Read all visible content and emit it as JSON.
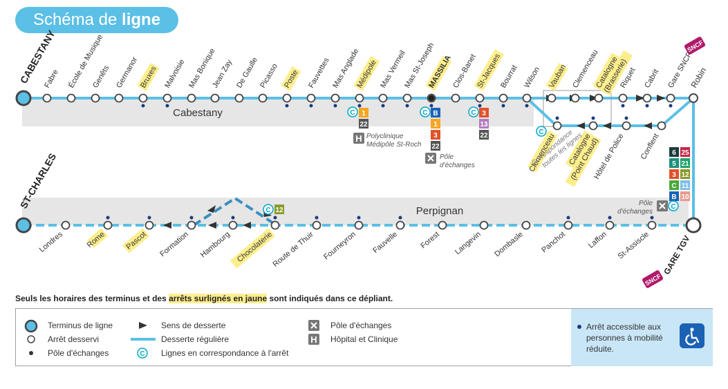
{
  "title": {
    "prefix": "Schéma de",
    "bold": "ligne"
  },
  "terminus": {
    "north_west": "CABESTANY",
    "south_west": "ST-CHARLES",
    "north_east": "Robin",
    "south_east": "GARE TGV"
  },
  "zone_labels": {
    "top": "Cabestany",
    "bottom": "Perpignan"
  },
  "top_stops": [
    {
      "name": "Fabre",
      "highlight": false,
      "pole": false
    },
    {
      "name": "École de Musique",
      "highlight": false,
      "pole": false
    },
    {
      "name": "Genêts",
      "highlight": false,
      "pole": false
    },
    {
      "name": "Germanor",
      "highlight": false,
      "pole": false
    },
    {
      "name": "Bruxes",
      "highlight": true,
      "pole": true
    },
    {
      "name": "Malvoisie",
      "highlight": false,
      "pole": true
    },
    {
      "name": "Mas Bonique",
      "highlight": false,
      "pole": false
    },
    {
      "name": "Jean Zay",
      "highlight": false,
      "pole": false
    },
    {
      "name": "De Gaulle",
      "highlight": false,
      "pole": false
    },
    {
      "name": "Picasso",
      "highlight": false,
      "pole": false
    },
    {
      "name": "Poste",
      "highlight": true,
      "pole": true
    },
    {
      "name": "Fauvettes",
      "highlight": false,
      "pole": true
    },
    {
      "name": "Mas Anglade",
      "highlight": false,
      "pole": true
    },
    {
      "name": "Médipole",
      "highlight": true,
      "pole": true
    },
    {
      "name": "Mas Vermeil",
      "highlight": false,
      "pole": true
    },
    {
      "name": "Mas St-Joseph",
      "highlight": false,
      "pole": true
    },
    {
      "name": "MASSILIA",
      "highlight": true,
      "pole": true
    },
    {
      "name": "Clos-Banet",
      "highlight": false,
      "pole": false
    },
    {
      "name": "St-Jacques",
      "highlight": true,
      "pole": true
    },
    {
      "name": "Bourrat",
      "highlight": false,
      "pole": true
    },
    {
      "name": "Wilson",
      "highlight": false,
      "pole": true
    },
    {
      "name": "Vauban",
      "highlight": true,
      "pole": false
    },
    {
      "name": "Clemenceau",
      "highlight": false,
      "pole": false
    },
    {
      "name": "Catalogne",
      "sub": "(Brasserie)",
      "highlight": true,
      "pole": false
    },
    {
      "name": "Riquet",
      "highlight": false,
      "pole": true
    },
    {
      "name": "Cabrit",
      "highlight": false,
      "pole": true
    },
    {
      "name": "Gare SNCF",
      "highlight": false,
      "pole": true
    }
  ],
  "loop_stops": [
    {
      "name": "Clemenceau",
      "highlight": true,
      "pole": true
    },
    {
      "name": "Catalogne",
      "sub": "(Point Chaud)",
      "highlight": true,
      "pole": true
    },
    {
      "name": "Hôtel de Police",
      "highlight": false,
      "pole": true
    },
    {
      "name": "Conflent",
      "highlight": false,
      "pole": false
    }
  ],
  "loop_correspondence": "Correspondance toutes les lignes",
  "bottom_stops": [
    {
      "name": "Londres",
      "highlight": false,
      "pole": false
    },
    {
      "name": "Rome",
      "highlight": true,
      "pole": true
    },
    {
      "name": "Pascot",
      "highlight": true,
      "pole": true
    },
    {
      "name": "Formation",
      "highlight": false,
      "pole": true
    },
    {
      "name": "Hambourg",
      "highlight": false,
      "pole": true
    },
    {
      "name": "Chocolaterie",
      "highlight": true,
      "pole": true
    },
    {
      "name": "Route de Thuir",
      "highlight": false,
      "pole": true
    },
    {
      "name": "Fourneyron",
      "highlight": false,
      "pole": true
    },
    {
      "name": "Fauvelle",
      "highlight": false,
      "pole": true
    },
    {
      "name": "Forest",
      "highlight": false,
      "pole": false
    },
    {
      "name": "Langevin",
      "highlight": false,
      "pole": false
    },
    {
      "name": "Dombasle",
      "highlight": false,
      "pole": false
    },
    {
      "name": "Panchot",
      "highlight": false,
      "pole": true
    },
    {
      "name": "Laffon",
      "highlight": false,
      "pole": true
    },
    {
      "name": "St-Assiscle",
      "highlight": false,
      "pole": true
    }
  ],
  "connections": [
    {
      "stop": "Médipole",
      "lines": [
        "1",
        "22"
      ]
    },
    {
      "stop": "MASSILIA",
      "lines": [
        "B",
        "1",
        "3",
        "22"
      ]
    },
    {
      "stop": "St-Jacques",
      "lines": [
        "3",
        "13",
        "22"
      ]
    },
    {
      "stop": "Chocolaterie",
      "lines": [
        "12"
      ]
    },
    {
      "stop": "GARE TGV",
      "lines": [
        "6",
        "25",
        "5",
        "21",
        "3",
        "12",
        "C",
        "11",
        "B",
        "10"
      ]
    }
  ],
  "line_colors": {
    "1": "#f4a623",
    "3": "#e0522a",
    "5": "#1e8f7d",
    "6": "#1f3b3b",
    "10": "#e89a8c",
    "11": "#7fbfe6",
    "12": "#8a9a2c",
    "13": "#b07cc0",
    "21": "#1ea56b",
    "22": "#555555",
    "25": "#c2274a",
    "B": "#1b62b5",
    "C": "#4aaa3c"
  },
  "poi": {
    "hospital": "Polyclinique Médipôle St-Roch",
    "pole_massilia": "Pôle d'échanges",
    "pole_gare": "Pôle d'échanges"
  },
  "logo": "SNCF",
  "note": {
    "before": "Seuls les horaires des terminus et des ",
    "highlight": "arrêts surlignés en jaune",
    "after": " sont indiqués dans ce dépliant."
  },
  "legend": {
    "terminus": "Terminus de ligne",
    "stop": "Arrêt desservi",
    "pole": "Pôle d'échanges",
    "direction": "Sens de desserte",
    "regular": "Desserte régulière",
    "correspondence": "Lignes en correspondance à l'arrêt",
    "exchange_hub": "Pôle d'échanges",
    "hospital": "Hôpital et Clinique",
    "accessible": "Arrêt accessible aux personnes à mobilité réduite."
  },
  "colors": {
    "line": "#5bbfe6",
    "highlight": "#fdee8d",
    "dot": "#1b3b80",
    "band": "#e6e6e6",
    "accent": "#00a6c8"
  }
}
